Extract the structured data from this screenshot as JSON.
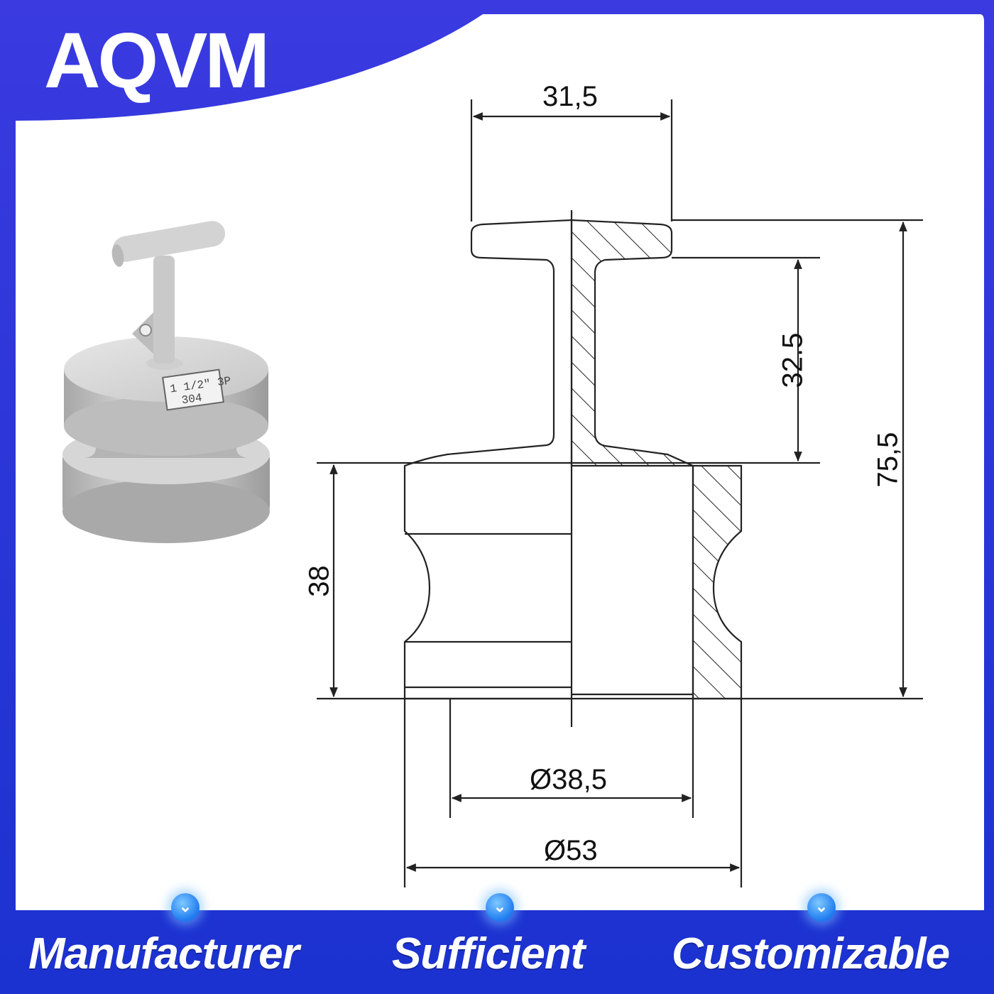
{
  "brand": {
    "name": "AQVM"
  },
  "colors": {
    "band_top": "#2a2bd8",
    "band_bottom": "#1a35d6",
    "panel": "#ffffff",
    "drawing_line": "#222222"
  },
  "dimensions": {
    "handle_width": "31,5",
    "plug_height": "32.5",
    "total_height": "75,5",
    "body_height": "38",
    "inner_diameter": "Ø38,5",
    "outer_diameter": "Ø53"
  },
  "product_marking": {
    "line1": "1 1/2\" 3P",
    "line2": "304"
  },
  "features": [
    {
      "label": "Manufacturer",
      "icon": "chevron-down-icon"
    },
    {
      "label": "Sufficient",
      "icon": "chevron-down-icon"
    },
    {
      "label": "Customizable",
      "icon": "chevron-down-icon"
    }
  ],
  "badge_glyph": "⌄"
}
